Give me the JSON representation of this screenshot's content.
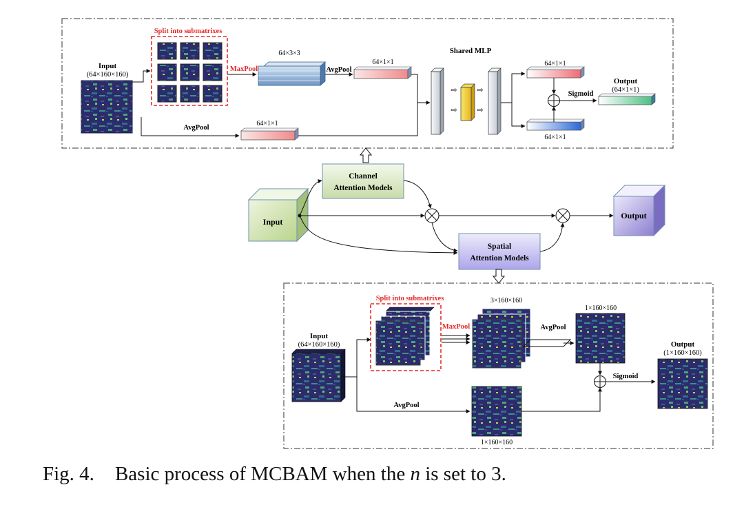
{
  "channel_panel": {
    "split_label": "Split into submatrixes",
    "input_label": "Input",
    "input_dims": "(64×160×160)",
    "maxpool_label": "MaxPool",
    "maxpool_dims": "64×3×3",
    "avgpool_sub_label": "AvgPool",
    "avgpool_sub_dims": "64×1×1",
    "avgpool_main_label": "AvgPool",
    "avgpool_main_dims": "64×1×1",
    "shared_mlp_label": "Shared  MLP",
    "mlp_out_top_dims": "64×1×1",
    "mlp_out_bottom_dims": "64×1×1",
    "sigmoid_label": "Sigmoid",
    "output_label": "Output",
    "output_dims": "(64×1×1)"
  },
  "main_flow": {
    "input_label": "Input",
    "channel_line1": "Channel",
    "channel_line2": "Attention Models",
    "spatial_line1": "Spatial",
    "spatial_line2": "Attention Models",
    "output_label": "Output"
  },
  "spatial_panel": {
    "split_label": "Split into submatrixes",
    "input_label": "Input",
    "input_dims": "(64×160×160)",
    "maxpool_label": "MaxPool",
    "maxpool_dims": "3×160×160",
    "avgpool_sub_label": "AvgPool",
    "avgpool_sub_dims": "1×160×160",
    "avgpool_main_label": "AvgPool",
    "avgpool_main_dims": "1×160×160",
    "sigmoid_label": "Sigmoid",
    "output_label": "Output",
    "output_dims": "(1×160×160)"
  },
  "caption": {
    "fig_num": "Fig. 4.",
    "text_before": "Basic process of MCBAM when the ",
    "n_var": "n",
    "text_after": " is set to 3."
  },
  "colors": {
    "red_label": "#e52a2a",
    "cube_green": "#d5e6b6",
    "cube_purple": "#a89ad8",
    "channel_box": "#dcebc6",
    "spatial_box": "#c5bdf0",
    "heatmap_dark": "#2b2a66"
  }
}
